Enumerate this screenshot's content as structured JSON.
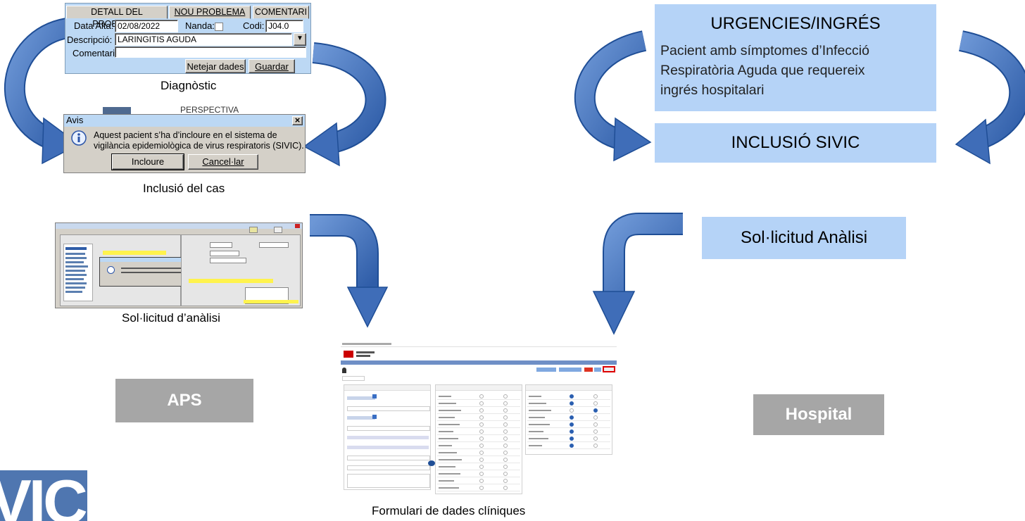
{
  "diagnostic": {
    "tabs": [
      "DETALL DEL PROBLEMA",
      "NOU PROBLEMA",
      "COMENTARI"
    ],
    "data_alta_label": "Data Alta:",
    "data_alta_value": "02/08/2022",
    "nanda_label": "Nanda:",
    "codi_label": "Codi:",
    "codi_value": "J04.0",
    "descripcio_label": "Descripció:",
    "descripcio_value": "LARINGITIS AGUDA",
    "comentari_label": "Comentari:",
    "comentari_value": "",
    "netejar_label": "Netejar dades",
    "guardar_label": "Guardar",
    "caption": "Diagnòstic"
  },
  "alert": {
    "title": "Avis",
    "close_glyph": "×",
    "message_line1": "Aquest pacient s’ha d’incloure en el sistema de",
    "message_line2": "vigilància epidemiològica de virus respiratoris (SIVIC).",
    "incloure_label": "Incloure",
    "cancel_label": "Cancel·lar",
    "caption": "Inclusió del cas",
    "background_text": "PERSPECTIVA"
  },
  "lab_request": {
    "caption": "Sol·licitud d’anàlisi"
  },
  "aps_label": "APS",
  "hospital": {
    "title": "URGENCIES/INGRÉS",
    "line1": "Pacient amb símptomes d’Infecció",
    "line2": "Respiratòria Aguda que requereix",
    "line3": "ingrés hospitalari",
    "inclusio": "INCLUSIÓ SIVIC",
    "solicitud": "Sol·licitud Anàlisi",
    "label": "Hospital"
  },
  "form": {
    "caption": "Formulari de dades clíniques"
  },
  "logo_text": "VIC",
  "colors": {
    "arrow_blue": "#4a78c2",
    "box_blue": "#b5d3f7",
    "grey_label": "#a6a6a6",
    "logo_blue": "#4f76b0"
  }
}
